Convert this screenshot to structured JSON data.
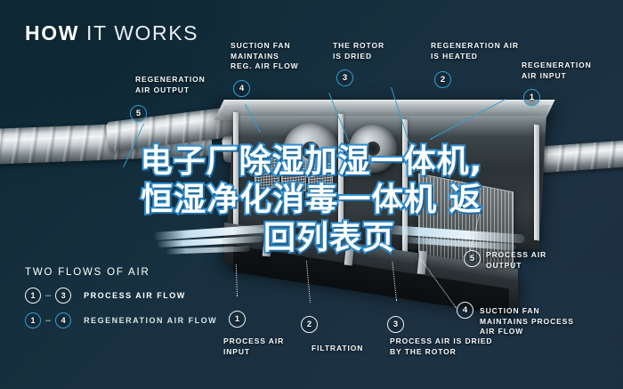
{
  "title": {
    "bold": "HOW",
    "normal": " IT WORKS"
  },
  "background_color": "#17303f",
  "accent_color": "#2f9fd4",
  "callouts": [
    {
      "num": "5",
      "text": "REGENERATION\nAIR OUTPUT",
      "style": "blue"
    },
    {
      "num": "4",
      "text": "SUCTION FAN\nMAINTAINS\nREG. AIR FLOW",
      "style": "blue"
    },
    {
      "num": "3",
      "text": "THE ROTOR\nIS DRIED",
      "style": "blue"
    },
    {
      "num": "2",
      "text": "REGENERATION AIR\nIS HEATED",
      "style": "blue"
    },
    {
      "num": "1",
      "text": "REGENERATION\nAIR INPUT",
      "style": "blue"
    },
    {
      "num": "1",
      "text": "PROCESS AIR\nINPUT",
      "style": "white"
    },
    {
      "num": "2",
      "text": "FILTRATION",
      "style": "white"
    },
    {
      "num": "3",
      "text": "PROCESS AIR IS DRIED\nBY THE ROTOR",
      "style": "white"
    },
    {
      "num": "4",
      "text": "SUCTION FAN\nMAINTAINS PROCESS\nAIR FLOW",
      "style": "white"
    },
    {
      "num": "5",
      "text": "PROCESS AIR\nOUTPUT",
      "style": "white"
    }
  ],
  "legend": {
    "heading": "TWO FLOWS OF AIR",
    "rows": [
      {
        "from": "1",
        "to": "3",
        "label": "PROCESS AIR FLOW",
        "style": "white"
      },
      {
        "from": "1",
        "to": "4",
        "label": "REGENERATION AIR FLOW",
        "style": "blue"
      }
    ],
    "dash": "–"
  },
  "overlay_text": {
    "line1": "电子厂除湿加湿一体机,",
    "line2": "恒湿净化消毒一体机 返",
    "line3": "回列表页"
  }
}
